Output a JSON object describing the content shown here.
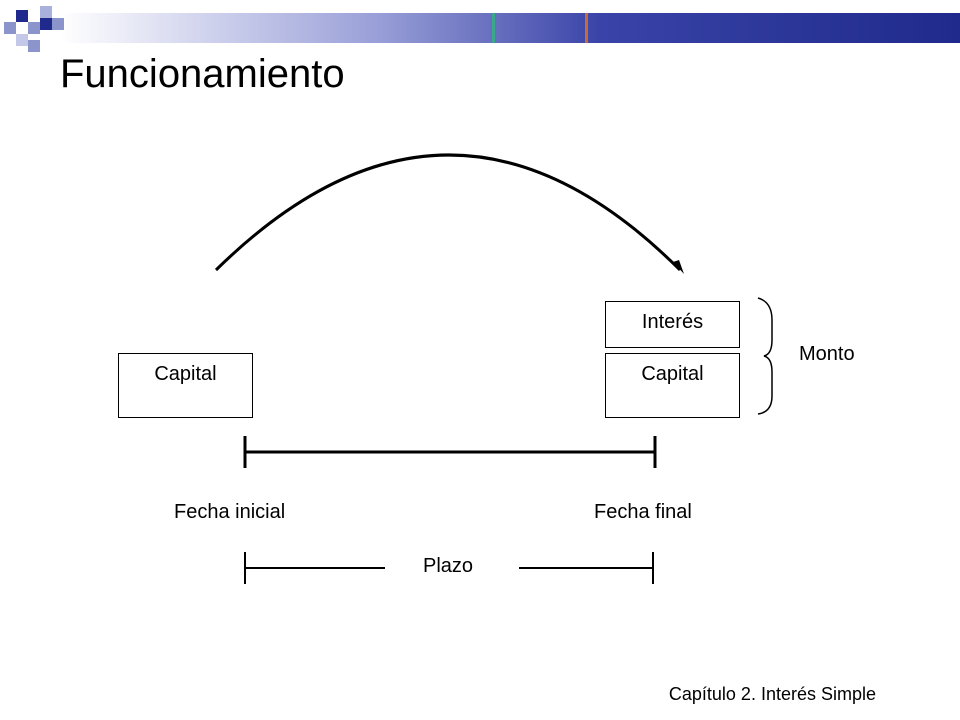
{
  "slide": {
    "title": "Funcionamiento",
    "footer": "Capítulo 2. Interés Simple"
  },
  "header_bar": {
    "gradient_start": "#ffffff",
    "gradient_end": "#1f2a8c",
    "square_dark": "#1f2a8c",
    "square_light": "#8c94cc"
  },
  "diagram": {
    "left_box": "Capital",
    "right_top_box": "Interés",
    "right_bottom_box": "Capital",
    "brace_label": "Monto",
    "start_label": "Fecha inicial",
    "end_label": "Fecha final",
    "term_label": "Plazo"
  }
}
